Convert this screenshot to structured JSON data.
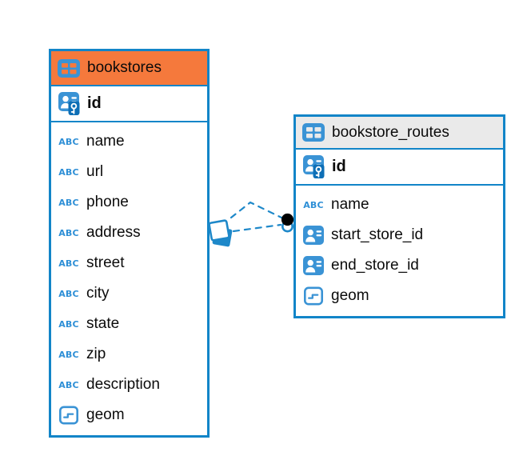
{
  "diagram": {
    "background": "#FFFFFF"
  },
  "colors": {
    "table_border_blue": "#1285C8",
    "icon_blue": "#3A93D5",
    "icon_blue_dark": "#0E6FB6",
    "selected_header_orange": "#F5793C",
    "header_gray": "#EAEAEA",
    "connector_blue": "#1E88C9",
    "text": "#0B0B0B"
  },
  "tables": [
    {
      "name": "bookstores",
      "header_style": "orange-selected",
      "header_icon": "table-icon",
      "primary_key": {
        "label": "id",
        "icon": "user-key-icon"
      },
      "fields": [
        {
          "label": "name",
          "icon": "text-type-icon"
        },
        {
          "label": "url",
          "icon": "text-type-icon"
        },
        {
          "label": "phone",
          "icon": "text-type-icon"
        },
        {
          "label": "address",
          "icon": "text-type-icon"
        },
        {
          "label": "street",
          "icon": "text-type-icon"
        },
        {
          "label": "city",
          "icon": "text-type-icon"
        },
        {
          "label": "state",
          "icon": "text-type-icon"
        },
        {
          "label": "zip",
          "icon": "text-type-icon"
        },
        {
          "label": "description",
          "icon": "text-type-icon"
        },
        {
          "label": "geom",
          "icon": "geometry-icon"
        }
      ]
    },
    {
      "name": "bookstore_routes",
      "header_style": "gray",
      "header_icon": "table-icon",
      "primary_key": {
        "label": "id",
        "icon": "user-key-icon"
      },
      "fields": [
        {
          "label": "name",
          "icon": "text-type-icon"
        },
        {
          "label": "start_store_id",
          "icon": "user-ref-icon"
        },
        {
          "label": "end_store_id",
          "icon": "user-ref-icon"
        },
        {
          "label": "geom",
          "icon": "geometry-icon"
        }
      ]
    }
  ],
  "relationships": [
    {
      "from": "bookstores",
      "to": "bookstore_routes",
      "path": "upper-arc",
      "style": "dashed",
      "source_marker": "overlapping-squares",
      "target_marker": "black-dot-with-ring"
    },
    {
      "from": "bookstores",
      "to": "bookstore_routes",
      "path": "lower-straight",
      "style": "dashed",
      "source_marker": "overlapping-squares",
      "target_marker": "black-dot-with-ring"
    }
  ]
}
